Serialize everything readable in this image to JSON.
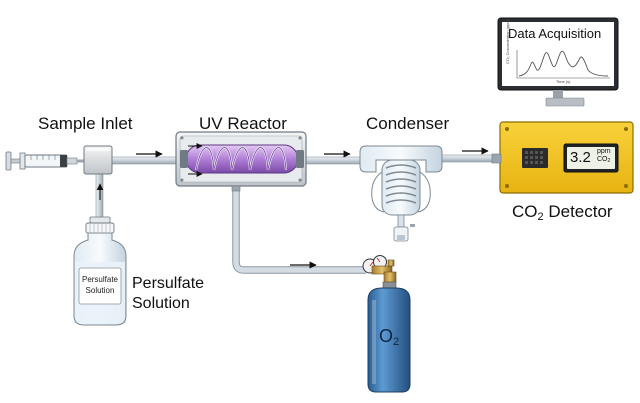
{
  "labels": {
    "sample_inlet": "Sample Inlet",
    "uv_reactor": "UV Reactor",
    "condenser": "Condenser",
    "data_acquisition": "Data Acquisition",
    "co2_detector_main": "CO",
    "co2_detector_sub": "2",
    "co2_detector_tail": " Detector",
    "persulfate_line1": "Persulfate",
    "persulfate_line2": "Solution",
    "bottle_label_line1": "Persulfate",
    "bottle_label_line2": "Solution",
    "o2_main": "O",
    "o2_sub": "2"
  },
  "detector_display": {
    "value": "3.2",
    "unit_top": "ppm",
    "unit_bottom": "CO",
    "unit_bottom_sub": "2"
  },
  "monitor": {
    "y_axis_label": "CO₂ Concentration (ppm)",
    "x_axis_label": "Time (s)"
  },
  "colors": {
    "detector_yellow": "#f3c21b",
    "cylinder_blue": "#3f7fbf",
    "reactor_purple": "#b07fd6",
    "tubing": "#c9d3dc"
  }
}
